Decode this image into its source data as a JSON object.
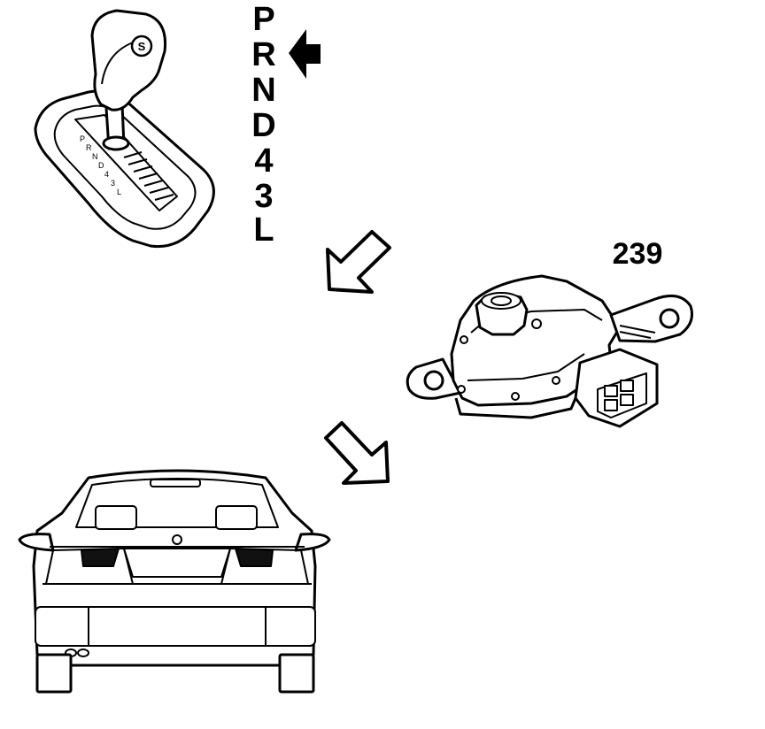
{
  "gear_positions": [
    "P",
    "R",
    "N",
    "D",
    "4",
    "3",
    "L"
  ],
  "gate_labels": [
    "P",
    "R",
    "N",
    "D",
    "4",
    "3",
    "L"
  ],
  "selected_gear": "R",
  "shift_knob_symbol": "S",
  "part_number": "239"
}
